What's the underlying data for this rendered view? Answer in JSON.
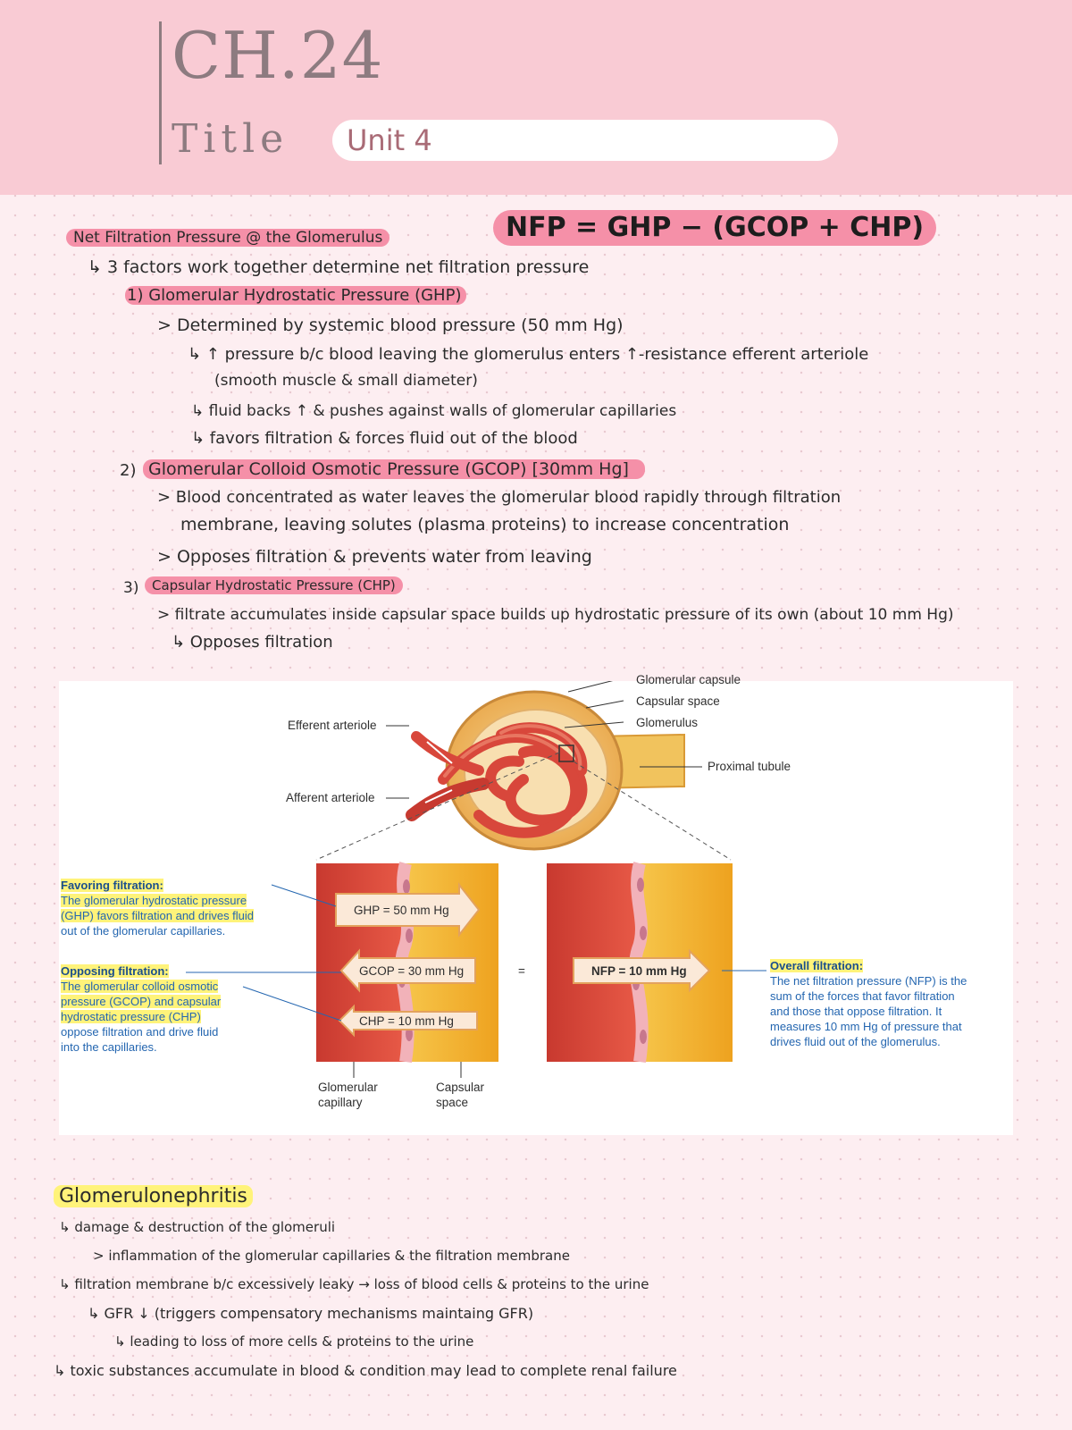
{
  "header": {
    "chapter": "CH.24",
    "title_label": "Title",
    "title_value": "Unit 4"
  },
  "colors": {
    "header_bg": "#f9cbd4",
    "page_bg": "#fdeef1",
    "highlight_pink": "#f590a8",
    "highlight_yellow": "#fff37a",
    "label_blue": "#2466b0"
  },
  "formula": "NFP = GHP − (GCOP + CHP)",
  "notes": {
    "section_title": "Net Filtration Pressure @ the Glomerulus",
    "intro": "↳ 3 factors work together determine net filtration pressure",
    "f1_title": "1) Glomerular Hydrostatic Pressure (GHP)",
    "f1_a": "> Determined by systemic blood pressure (50 mm Hg)",
    "f1_b": "↳ ↑ pressure b/c blood leaving the glomerulus enters ↑-resistance efferent arteriole",
    "f1_b2": "(smooth muscle & small diameter)",
    "f1_c": "↳ fluid backs ↑ & pushes against walls of glomerular capillaries",
    "f1_d": "↳ favors filtration & forces fluid out of the blood",
    "f2_num": "2)",
    "f2_title": "Glomerular Colloid Osmotic Pressure (GCOP) [30mm Hg]",
    "f2_a": "> Blood concentrated as water leaves the glomerular blood rapidly through filtration",
    "f2_a2": "membrane, leaving solutes (plasma proteins) to increase concentration",
    "f2_b": "> Opposes filtration & prevents water from leaving",
    "f3_num": "3)",
    "f3_title": "Capsular Hydrostatic Pressure (CHP)",
    "f3_a": "> filtrate accumulates inside capsular space builds up hydrostatic pressure of its own (about 10 mm Hg)",
    "f3_b": "↳ Opposes filtration"
  },
  "figure": {
    "label_glomerular_capsule": "Glomerular capsule",
    "label_capsular_space": "Capsular space",
    "label_glomerulus": "Glomerulus",
    "label_proximal_tubule": "Proximal tubule",
    "label_efferent": "Efferent arteriole",
    "label_afferent": "Afferent arteriole",
    "favor_title": "Favoring filtration:",
    "favor_body_1": "The glomerular hydrostatic pressure",
    "favor_body_2": "(GHP) favors filtration and drives fluid",
    "favor_body_3": "out of the glomerular capillaries.",
    "oppose_title": "Opposing filtration:",
    "oppose_body_1": "The glomerular colloid osmotic",
    "oppose_body_2": "pressure (GCOP) and capsular",
    "oppose_body_3": "hydrostatic pressure (CHP)",
    "oppose_body_4": "oppose filtration and drive fluid",
    "oppose_body_5": "into the capillaries.",
    "ghp": "GHP = 50 mm Hg",
    "gcop": "GCOP = 30 mm Hg",
    "chp": "CHP = 10 mm Hg",
    "equals": "=",
    "nfp": "NFP = 10 mm Hg",
    "overall_title": "Overall filtration:",
    "overall_body_1": "The net filtration pressure (NFP) is the",
    "overall_body_2": "sum of the forces that favor filtration",
    "overall_body_3": "and those that oppose filtration. It",
    "overall_body_4": "measures 10 mm Hg of pressure that",
    "overall_body_5": "drives fluid out of the glomerulus.",
    "label_glom_capillary_1": "Glomerular",
    "label_glom_capillary_2": "capillary",
    "label_cap_space_1": "Capsular",
    "label_cap_space_2": "space"
  },
  "glomerulonephritis": {
    "title": "Glomerulonephritis",
    "l1": "↳ damage & destruction of the glomeruli",
    "l2": "> inflammation of the glomerular capillaries & the filtration membrane",
    "l3": "↳ filtration membrane b/c excessively leaky → loss of blood cells & proteins to the urine",
    "l4": "↳ GFR ↓ (triggers compensatory mechanisms maintaing GFR)",
    "l5": "↳ leading to loss of more cells & proteins to the urine",
    "l6": "↳ toxic substances accumulate in blood & condition may lead to complete renal failure"
  }
}
